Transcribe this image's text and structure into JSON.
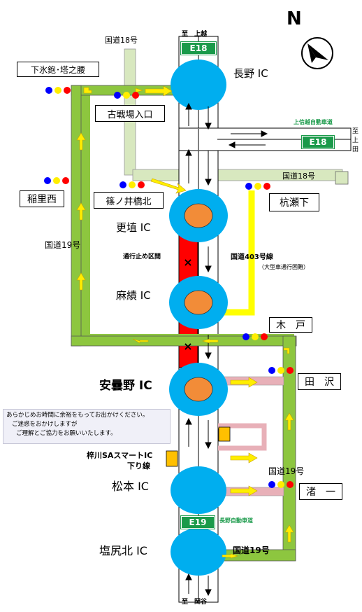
{
  "compass": {
    "north_label": "N"
  },
  "expressway": {
    "to_top": "至　上越",
    "to_bottom": "至　岡谷",
    "to_east_line1": "至",
    "to_east_line2": "上",
    "to_east_line3": "田",
    "e18_label_top": "E18",
    "e18_label_east": "E18",
    "e19_label": "E19",
    "joshinetsu_name": "上信越自動車道",
    "nagano_name": "長野自動車道"
  },
  "interchanges": [
    {
      "id": "nagano",
      "label": "長野 IC"
    },
    {
      "id": "koshoku",
      "label": "更埴 IC"
    },
    {
      "id": "omi",
      "label": "麻績 IC"
    },
    {
      "id": "azumino",
      "label": "安曇野 IC"
    },
    {
      "id": "matsumoto",
      "label": "松本 IC"
    },
    {
      "id": "shiojiri",
      "label": "塩尻北 IC"
    }
  ],
  "closure": {
    "label": "通行止め区間",
    "mark": "×"
  },
  "roads": {
    "route18_top": "国道18号",
    "route18_right": "国道18号",
    "route19_left": "国道19号",
    "route19_right": "国道19号",
    "route19_bottom": "国道19号",
    "route403": "国道403号線",
    "route403_note": "（大型車通行困難）"
  },
  "intersections": {
    "shimohigano": "下氷鉋･塔之腰",
    "kosenjo": "古戦場入口",
    "inasato_nishi": "稲里西",
    "shinonoi_bashi_kita": "篠ノ井橋北",
    "kuise_shimo": "杭瀬下",
    "kido": "木　戸",
    "tazawa": "田　沢",
    "nagisa_ichi": "渚　一"
  },
  "smart_ic": {
    "line1": "梓川SAスマートIC",
    "line2": "下り線"
  },
  "notice": {
    "line1": "あらかじめお時間に余裕をもってお出かけください。",
    "line2": "ご迷惑をおかけしますが",
    "line3": "ご理解とご協力をお願いいたします。"
  },
  "colors": {
    "detour_green": "#8dc63f",
    "road_light_green": "#d8e8bf",
    "ic_blue": "#00aeef",
    "ic_orange": "#f28c38",
    "closure_red": "#ff0000",
    "route403_yellow": "#ffff00",
    "arrow_yellow": "#ffee00",
    "access_pink": "#e8b0b8"
  }
}
